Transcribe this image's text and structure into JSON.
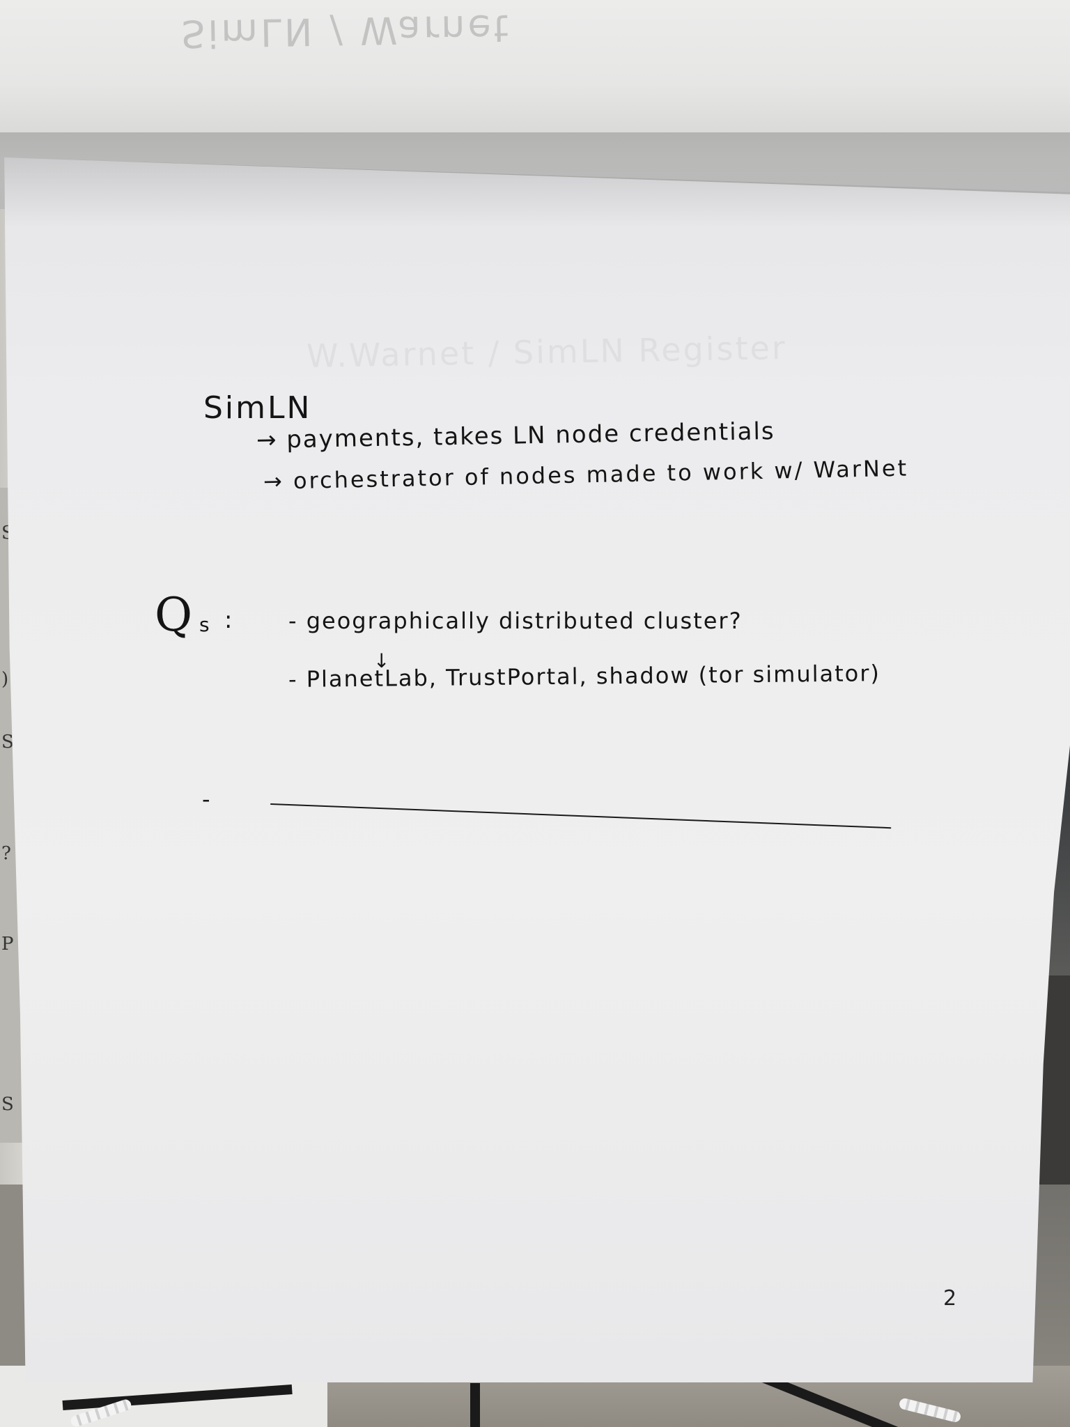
{
  "flipchart": {
    "previous_sheet_bleed": "SimLN / Warnet",
    "title": "SimLN",
    "bullets": [
      "→ payments, takes LN node credentials",
      "→ orchestrator of nodes made to work w/ WarNet"
    ],
    "questions": {
      "label": "Q",
      "label_sub": "s",
      "colon": ":",
      "items": [
        "- geographically distributed cluster?",
        "- PlanetLab, TrustPortal, shadow (tor simulator)"
      ],
      "arrow": "↓",
      "blank_dash": "-"
    },
    "page_number": "2"
  }
}
